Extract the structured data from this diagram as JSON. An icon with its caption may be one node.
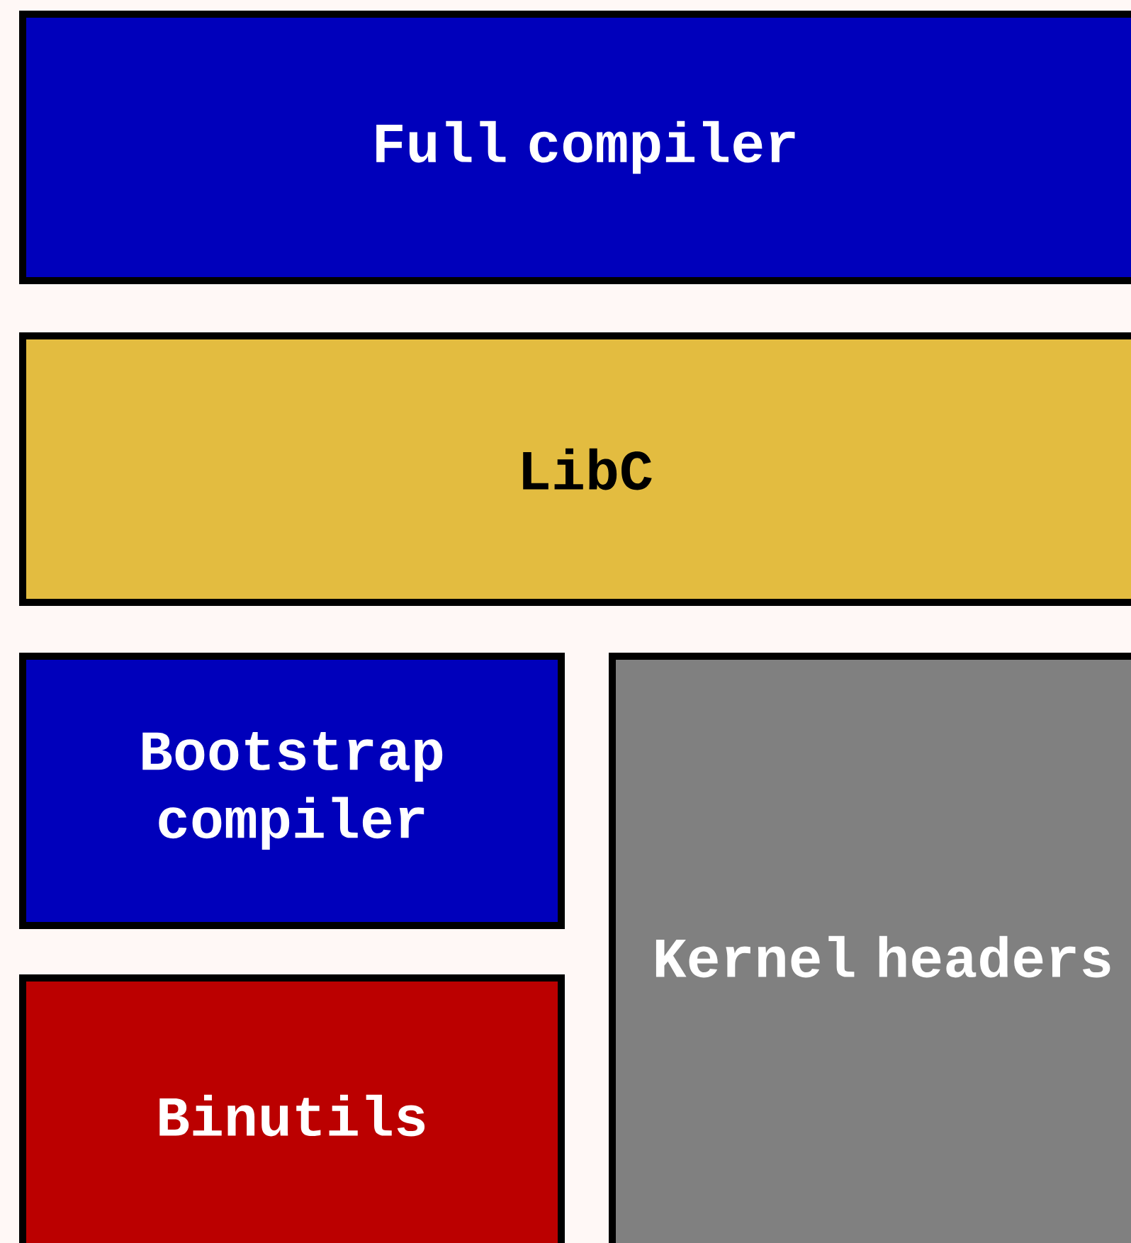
{
  "diagram": {
    "nodes": [
      {
        "text": [
          "Full compiler"
        ]
      },
      {
        "text": [
          "LibC"
        ]
      },
      {
        "text": [
          "Bootstrap compiler"
        ]
      },
      {
        "text": [
          "Binutils"
        ]
      },
      {
        "text": [
          "Kernel headers"
        ]
      }
    ]
  }
}
